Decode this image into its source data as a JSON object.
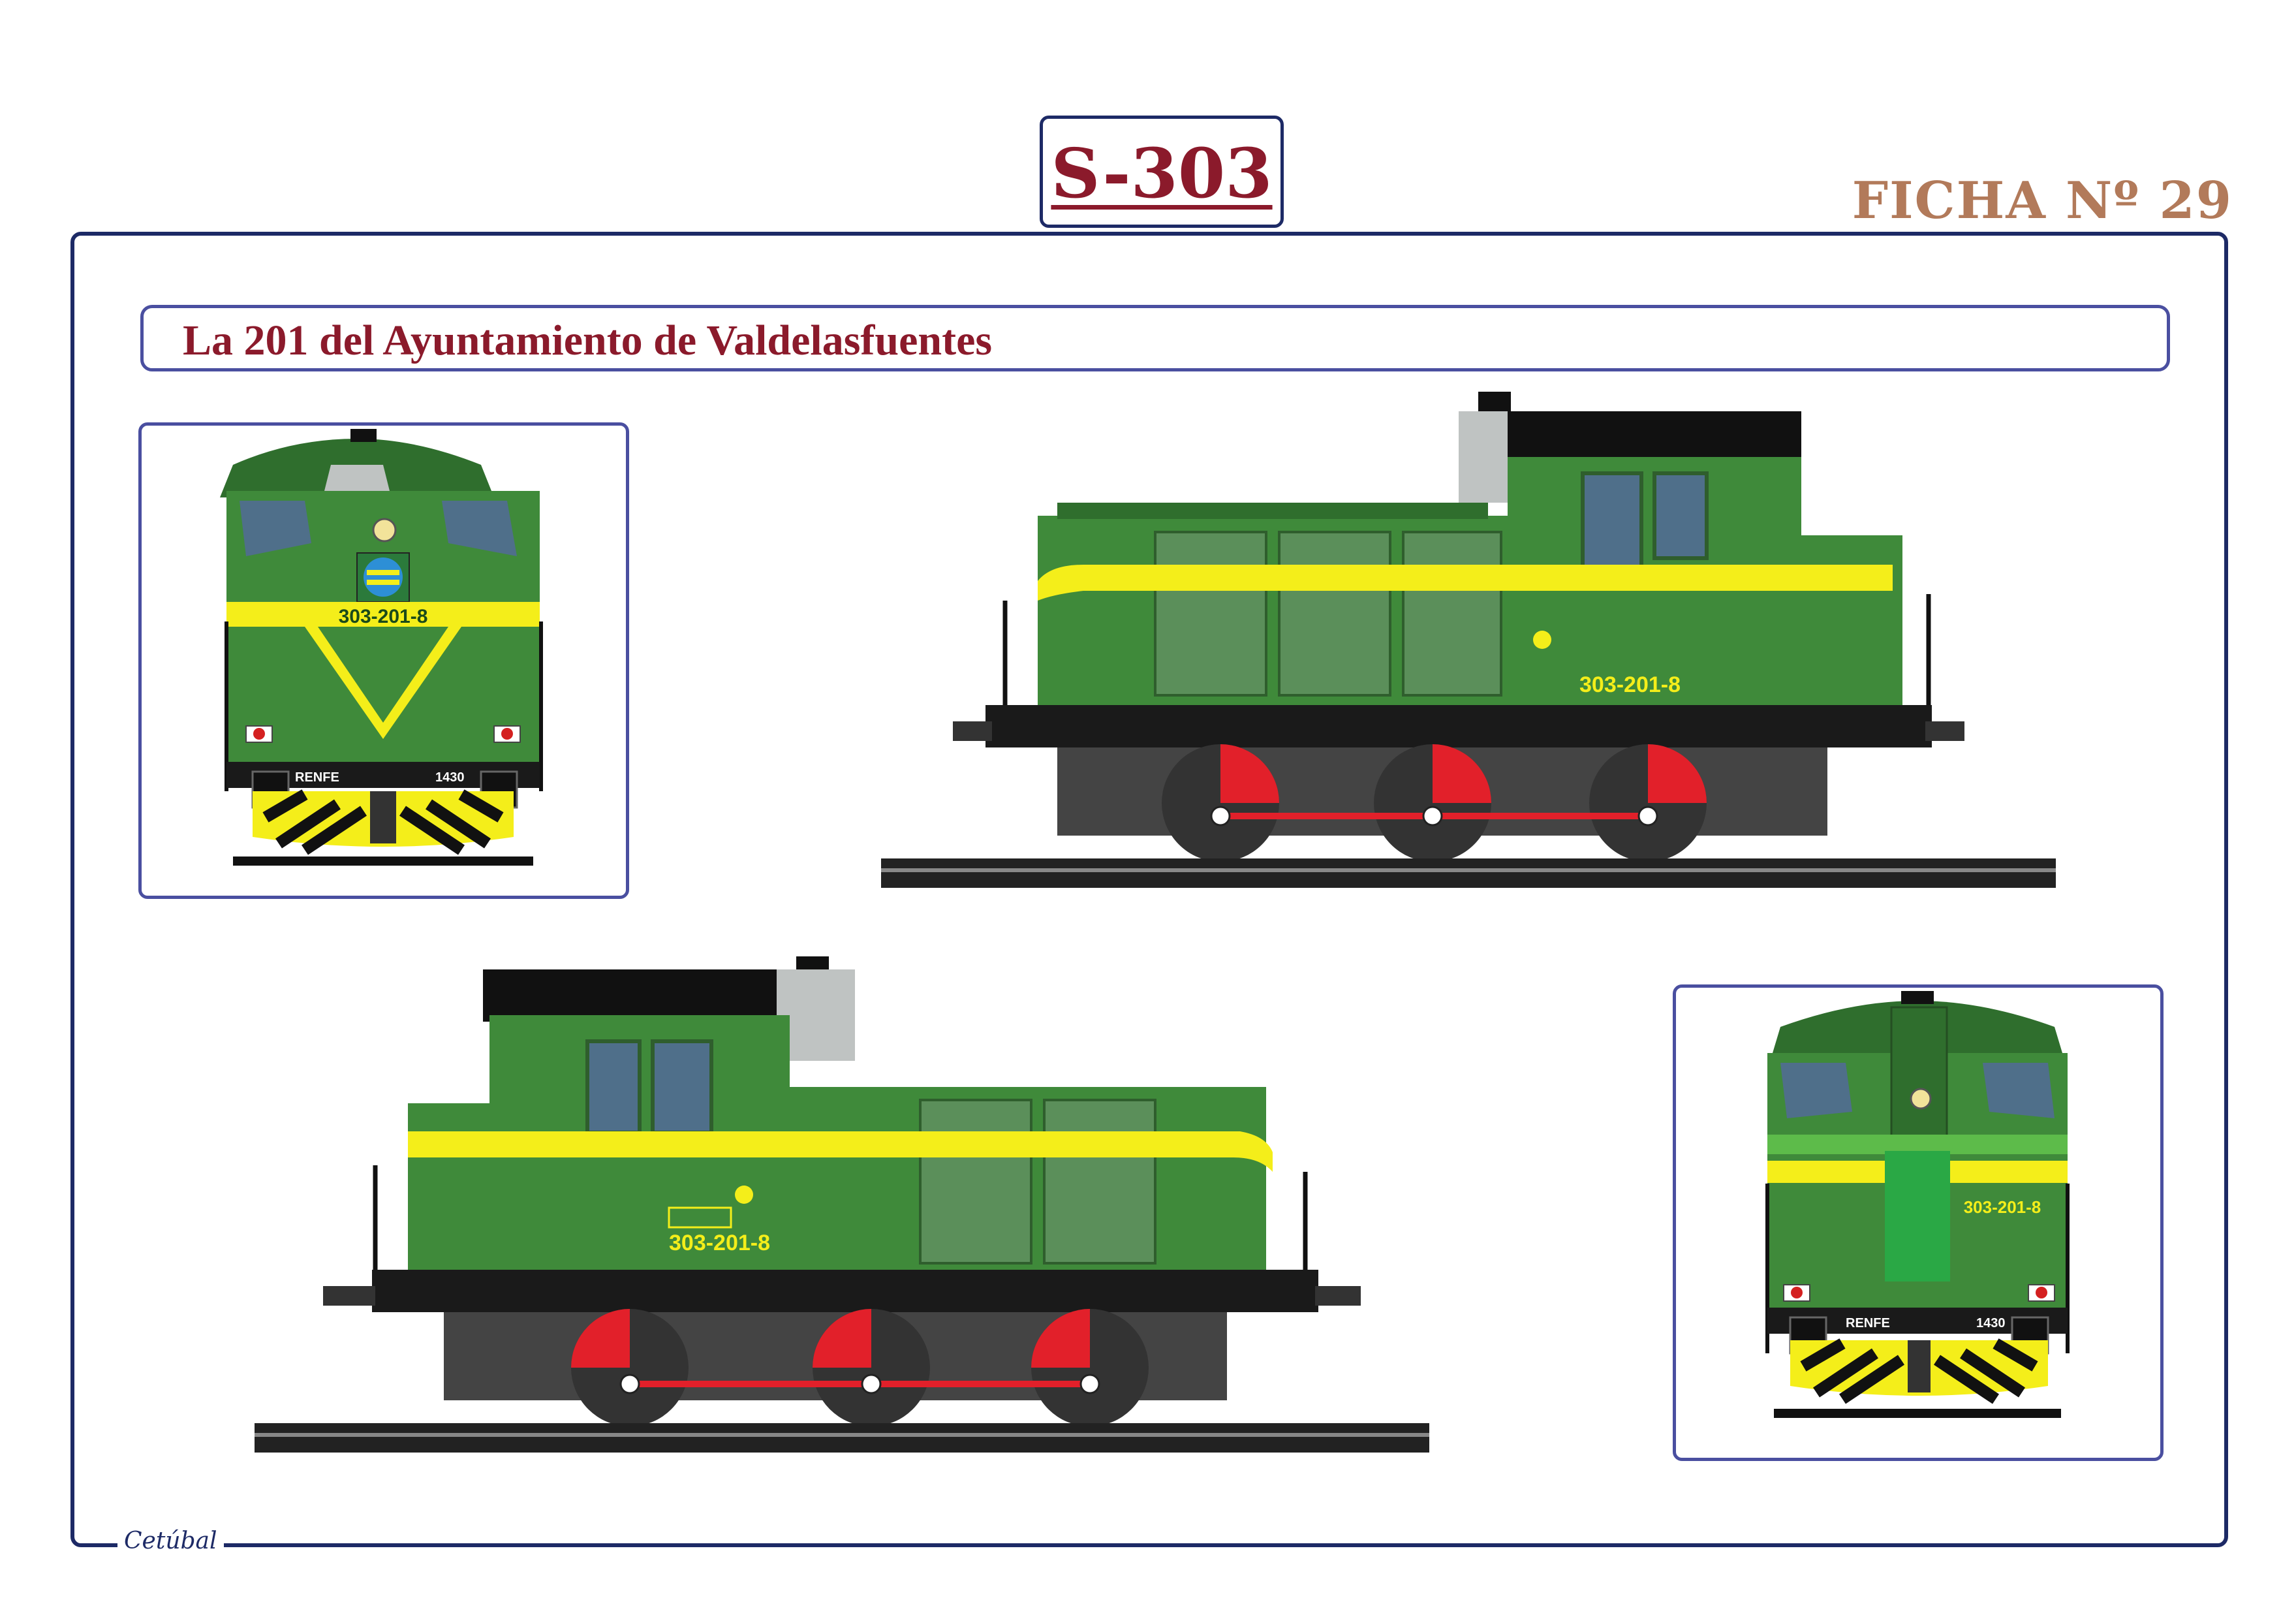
{
  "title": "S-303",
  "ficha": "FICHA Nº 29",
  "subtitle": "La 201 del Ayuntamiento de Valdelasfuentes",
  "credit": "Cetúbal",
  "locomotive": {
    "number": "303-201-8",
    "railway_mark": "RENFE",
    "buffer_number": "1430",
    "colors": {
      "body": "#3f8a3a",
      "body_dark": "#2f6e2d",
      "stripe": "#f4ee1a",
      "chassis": "#1a1a1a",
      "wheel_red": "#e2202a",
      "roof": "#111111"
    }
  },
  "views": [
    "front-view",
    "left-side-view",
    "right-side-view",
    "rear-view"
  ]
}
